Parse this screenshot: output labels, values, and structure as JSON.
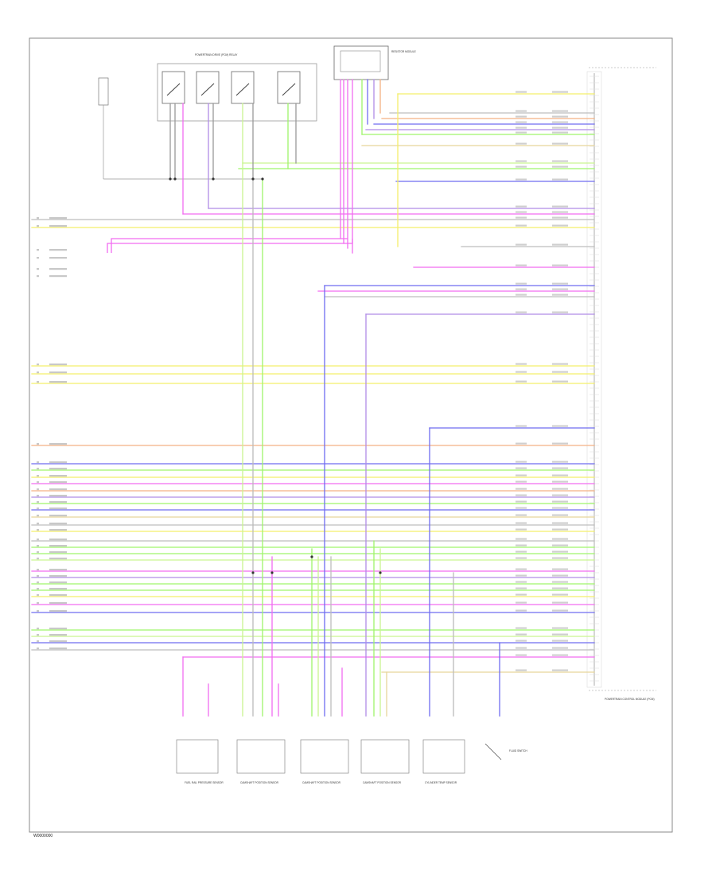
{
  "diagram": {
    "figure_code": "W0000000",
    "pcm_label": "POWERTRAIN CONTROL MODULE (PCM)",
    "top_relay_label": "POWERTRAIN DRIVE (PCM) RELAY",
    "top_connector_label": "RESISTOR MODULE",
    "rail_color": "#e9e9e9",
    "box_color": "#9a9a9a"
  },
  "components": {
    "c1": "FUEL RAIL PRESSURE SENSOR",
    "c2": "CAMSHAFT POSITION SENSOR",
    "c3": "CAMSHAFT POSITION SENSOR",
    "c4": "CAMSHAFT POSITION SENSOR",
    "c5": "CYLINDER TEMP SENSOR",
    "c6": "FLUID SWITCH"
  },
  "wire_colors": {
    "yellow": "#f3ef6a",
    "orange": "#f4b183",
    "blue": "#6f6cf0",
    "green": "#9ff56a",
    "pink": "#f26cf0",
    "violet": "#b08ce6",
    "tan": "#e8d59a",
    "gray": "#bdbdbd",
    "lightgreen": "#c9f590"
  }
}
